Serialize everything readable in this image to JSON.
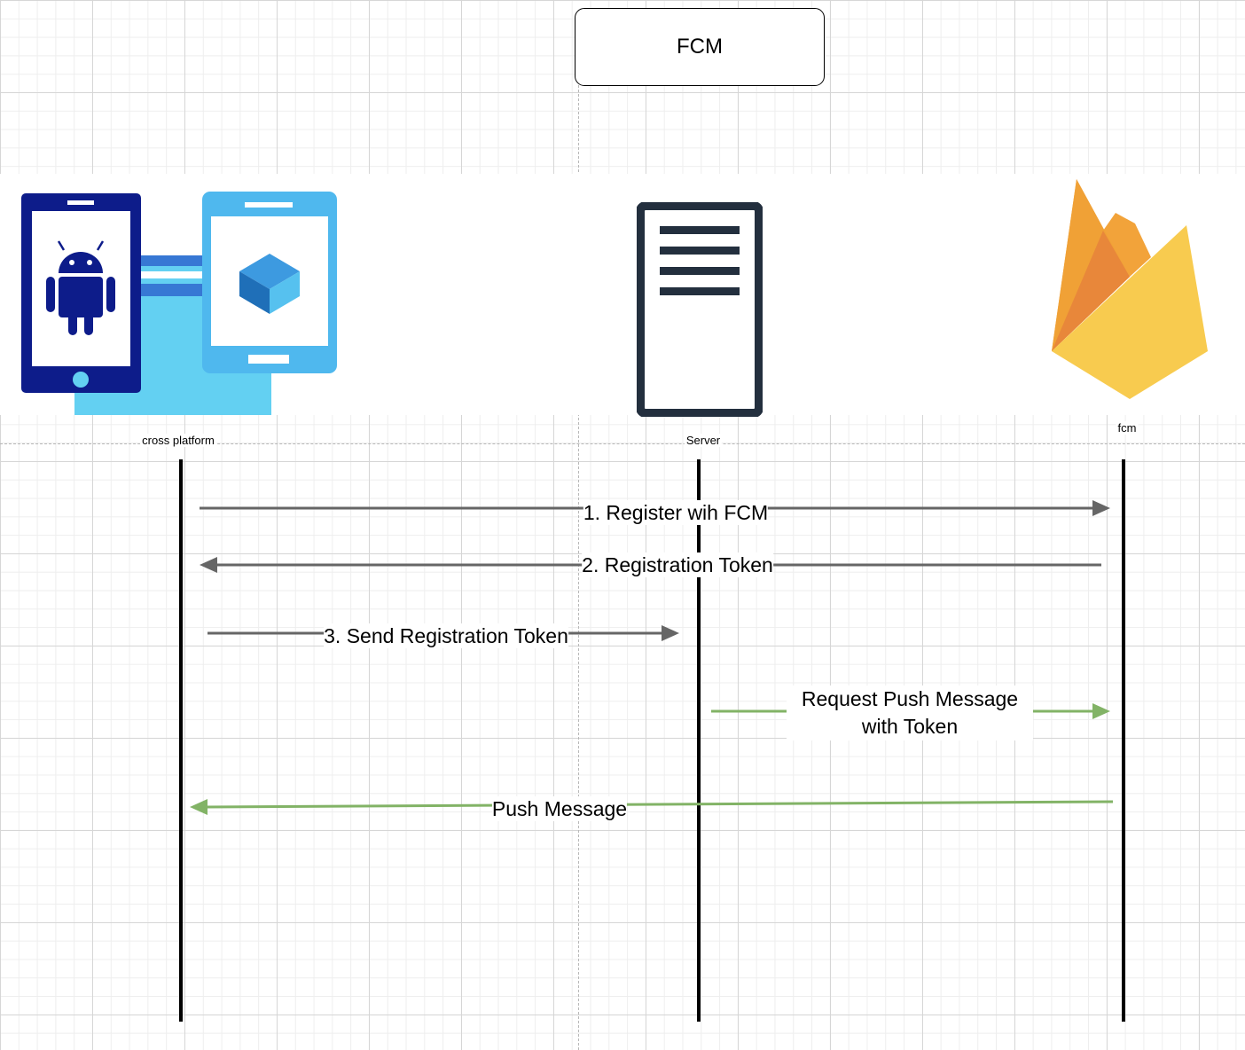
{
  "title": "FCM",
  "participants": {
    "client": {
      "label": "cross platform"
    },
    "server": {
      "label": "Server"
    },
    "fcm": {
      "label": "fcm"
    }
  },
  "messages": [
    {
      "label": "1. Register wih FCM",
      "from": "client",
      "to": "fcm",
      "color": "#666666"
    },
    {
      "label": "2. Registration Token",
      "from": "fcm",
      "to": "client",
      "color": "#666666"
    },
    {
      "label": "3. Send Registration Token",
      "from": "client",
      "to": "server",
      "color": "#666666"
    },
    {
      "label_line1": "Request Push Message",
      "label_line2": "with Token",
      "from": "server",
      "to": "fcm",
      "color": "#82b366"
    },
    {
      "label": "Push Message",
      "from": "fcm",
      "to": "client",
      "color": "#82b366"
    }
  ],
  "icons": {
    "client": [
      "android-phone-icon",
      "tablet-icon",
      "app-window-icon"
    ],
    "server": "server-icon",
    "fcm": "firebase-icon"
  },
  "colors": {
    "message_default": "#666666",
    "message_push": "#82b366",
    "android_phone": "#0d1c8a",
    "tablet": "#4fb8ee",
    "window": "#63d0f2",
    "server": "#232f3e",
    "firebase_orange": "#f2a33a",
    "firebase_yellow": "#f8cb4f"
  }
}
